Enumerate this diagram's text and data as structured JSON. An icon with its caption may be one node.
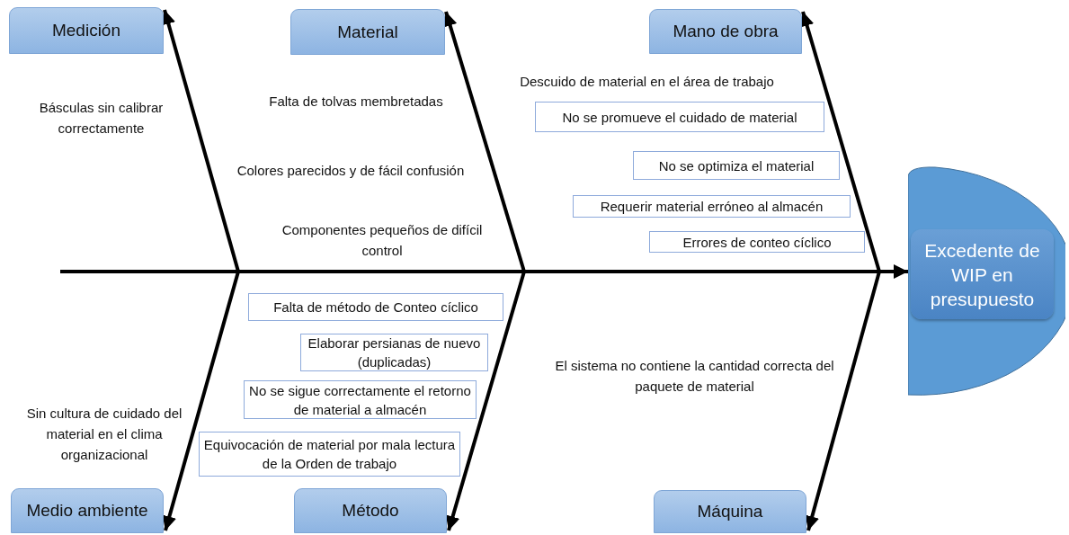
{
  "diagram": {
    "nodes": [
      {
        "text": [
          "Medición"
        ]
      },
      {
        "text": [
          "Material"
        ]
      },
      {
        "text": [
          "Mano de obra"
        ]
      },
      {
        "text": [
          "No se promueve el cuidado de material"
        ]
      },
      {
        "text": [
          "No se optimiza el material"
        ]
      },
      {
        "text": [
          "Requerir material erróneo al almacén"
        ]
      },
      {
        "text": [
          "Errores de conteo cíclico"
        ]
      },
      {
        "text": [],
        "shape": "circle"
      },
      {
        "text": [
          "Excedente de WIP en presupuesto"
        ],
        "in": 7
      },
      {
        "text": [
          "Falta de método de Conteo cíclico"
        ]
      },
      {
        "text": [
          "Elaborar persianas de nuevo (duplicadas)"
        ]
      },
      {
        "text": [
          "No se sigue correctamente el retorno de material a almacén"
        ]
      },
      {
        "text": [
          "Equivocación de material por mala lectura de la Orden de trabajo"
        ]
      },
      {
        "text": [
          "Medio ambiente"
        ]
      },
      {
        "text": [
          "Método"
        ]
      },
      {
        "text": [
          "Máquina"
        ]
      }
    ],
    "edges": [
      {
        "from": null,
        "to": 7,
        "arrow": "to"
      },
      {
        "from": null,
        "to": 0,
        "arrow": "to"
      },
      {
        "from": null,
        "to": 1,
        "arrow": "to"
      },
      {
        "from": null,
        "to": 2,
        "arrow": "to"
      },
      {
        "from": null,
        "to": 13,
        "arrow": "to"
      },
      {
        "from": null,
        "to": 14,
        "arrow": "to"
      },
      {
        "from": null,
        "to": 15,
        "arrow": "to"
      }
    ],
    "labels": [
      "Básculas sin calibrar correctamente",
      "Falta de tolvas membretadas",
      "Descuido de material en el área de trabajo",
      "Colores parecidos y de fácil confusión",
      "Componentes pequeños de difícil control",
      "El sistema no contiene la cantidad correcta del paquete de material",
      "Sin cultura de cuidado del material en el clima organizacional"
    ]
  }
}
